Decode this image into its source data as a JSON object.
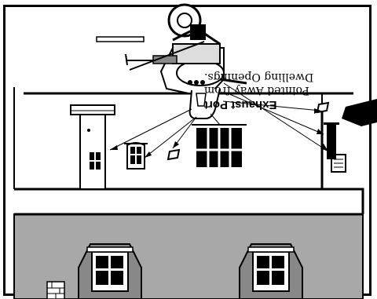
{
  "callout": {
    "title": "Exhaust Port",
    "line1": "Pointed Away from",
    "line2": "Dwelling Openings."
  },
  "colors": {
    "roof": "#a8a8a8",
    "ink": "#000000",
    "paper": "#ffffff"
  }
}
